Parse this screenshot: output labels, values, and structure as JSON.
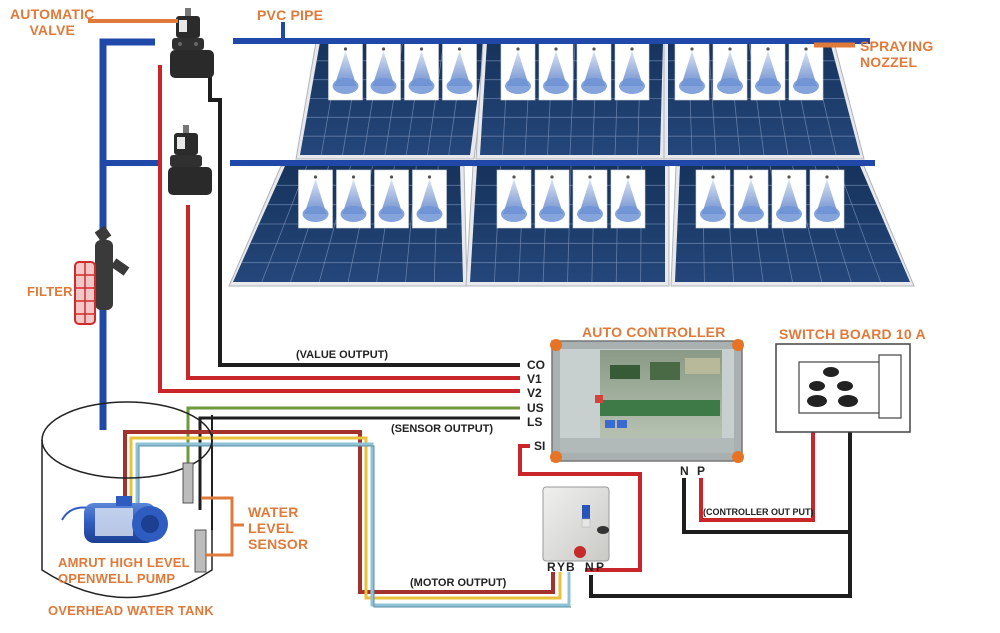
{
  "diagram": {
    "title": "Automatic Solar Panel Cleaning System Wiring",
    "colors": {
      "label_orange": "#e07a3a",
      "pipe_blue": "#1f48a8",
      "wire_red": "#c9262c",
      "wire_black": "#1e1e1e",
      "wire_green": "#6e9a3c",
      "wire_yellow": "#e8c23a",
      "wire_cyan": "#8fc2d6",
      "wire_brown": "#a5312d",
      "panel_navy": "#1d3b66"
    },
    "labels": {
      "automatic_valve_line1": "AUTOMATIC",
      "automatic_valve_line2": "VALVE",
      "pvc_pipe": "PVC PIPE",
      "spraying_nozzel_line1": "SPRAYING",
      "spraying_nozzel_line2": "NOZZEL",
      "filter": "FILTER",
      "auto_controller": "AUTO CONTROLLER",
      "switch_board": "SWITCH BOARD 10 A",
      "water_level_sensor_line1": "WATER",
      "water_level_sensor_line2": "LEVEL",
      "water_level_sensor_line3": "SENSOR",
      "pump_line1": "AMRUT HIGH LEVEL",
      "pump_line2": "OPENWELL PUMP",
      "tank": "OVERHEAD WATER TANK"
    },
    "wire_groups": {
      "value_output": "(VALUE OUTPUT)",
      "sensor_output": "(SENSOR OUTPUT)",
      "motor_output": "(MOTOR OUTPUT)",
      "controller_output": "(CONTROLLER OUT PUT)"
    },
    "controller_terminals": [
      "CO",
      "V1",
      "V2",
      "US",
      "LS",
      "SI"
    ],
    "controller_power_terminals": [
      "N",
      "P"
    ],
    "starter_terminals": {
      "motor": [
        "R",
        "Y",
        "B"
      ],
      "power": [
        "N",
        "P"
      ]
    },
    "solar_arrays": {
      "rows": 2,
      "panels_per_row": 3,
      "nozzles_per_panel": 4
    }
  }
}
